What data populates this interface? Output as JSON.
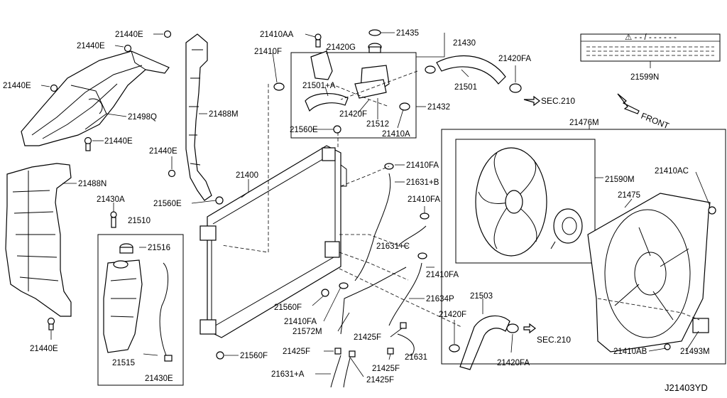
{
  "labels": {
    "p21440E_a": "21440E",
    "p21440E_b": "21440E",
    "p21440E_c": "21440E",
    "p21440E_d": "21440E",
    "p21440E_e": "21440E",
    "p21440E_f": "21440E",
    "p21498Q": "21498Q",
    "p21488M": "21488M",
    "p21488N": "21488N",
    "p21430A": "21430A",
    "p21510": "21510",
    "p21516": "21516",
    "p21515": "21515",
    "p21430E": "21430E",
    "p21410AA": "21410AA",
    "p21410F_a": "21410F",
    "p21420G": "21420G",
    "p21435": "21435",
    "p21430": "21430",
    "p21501A": "21501+A",
    "p21420F_a": "21420F",
    "p21512": "21512",
    "p21410A": "21410A",
    "p21432": "21432",
    "p21501": "21501",
    "p21420FA_a": "21420FA",
    "p21560E_a": "21560E",
    "p21560E_b": "21560E",
    "p21400": "21400",
    "p21410FA_a": "21410FA",
    "p21631B": "21631+B",
    "p21410FA_b": "21410FA",
    "p21631C": "21631+C",
    "p21410FA_c": "21410FA",
    "p21560F_a": "21560F",
    "p21560F_b": "21560F",
    "p21410FA_d": "21410FA",
    "p21572M": "21572M",
    "p21634P": "21634P",
    "p21503": "21503",
    "p21420F_b": "21420F",
    "p21425F_a": "21425F",
    "p21425F_b": "21425F",
    "p21425F_c": "21425F",
    "p21425F_d": "21425F",
    "p21631": "21631",
    "p21631A": "21631+A",
    "p21420FA_b": "21420FA",
    "p21599N": "21599N",
    "p21476M": "21476M",
    "p21590M": "21590M",
    "p21410AC": "21410AC",
    "p21475": "21475",
    "p21410AB": "21410AB",
    "p21493M": "21493M"
  },
  "refs": {
    "sec_a": "SEC.210",
    "sec_b": "SEC.210",
    "front": "FRONT"
  },
  "warning_label": {
    "heading": "⚠ - - / - - - - - -"
  },
  "drawing_code": "J21403YD"
}
